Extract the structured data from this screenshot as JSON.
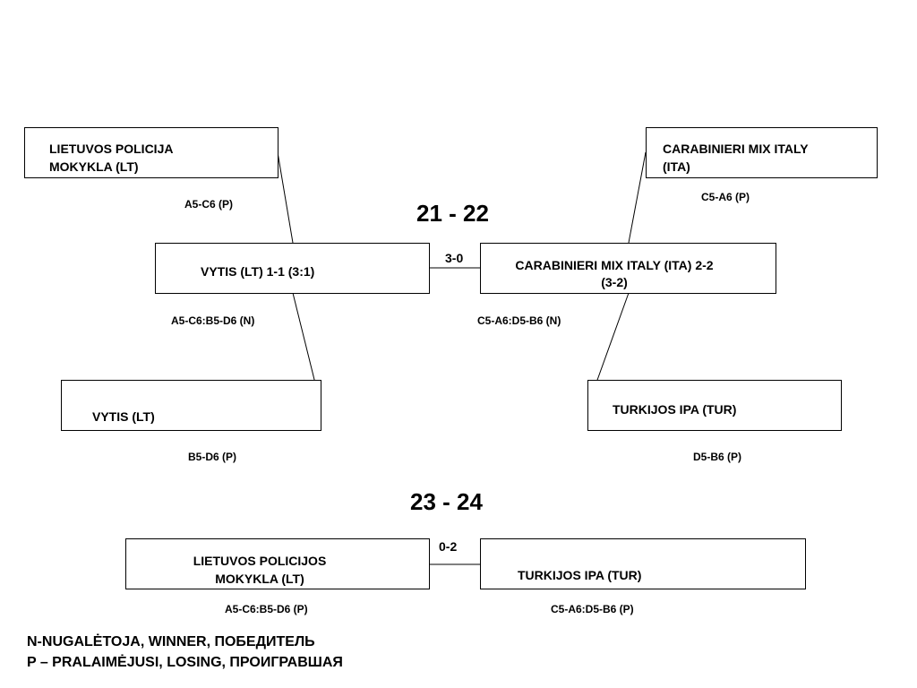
{
  "group1": {
    "title": "21 - 22",
    "top_left": {
      "line1": "LIETUVOS POLICIJA",
      "line2": "MOKYKLA (LT)",
      "code": "A5-C6 (P)"
    },
    "top_right": {
      "line1": "CARABINIERI MIX ITALY",
      "line2": "(ITA)",
      "code": "C5-A6 (P)"
    },
    "mid_left": {
      "label": "VYTIS (LT) 1-1 (3:1)",
      "code": "A5-C6:B5-D6 (N)"
    },
    "mid_right": {
      "line1": "CARABINIERI MIX ITALY (ITA) 2-2",
      "line2": "(3-2)",
      "code": "C5-A6:D5-B6 (N)"
    },
    "mid_score": "3-0",
    "bottom_left": {
      "label": "VYTIS (LT)",
      "code": "B5-D6 (P)"
    },
    "bottom_right": {
      "label": "TURKIJOS IPA (TUR)",
      "code": "D5-B6 (P)"
    }
  },
  "group2": {
    "title": "23 - 24",
    "score": "0-2",
    "left": {
      "line1": "LIETUVOS POLICIJOS",
      "line2": "MOKYKLA (LT)",
      "code": "A5-C6:B5-D6 (P)"
    },
    "right": {
      "label": "TURKIJOS IPA (TUR)",
      "code": "C5-A6:D5-B6 (P)"
    }
  },
  "legend": {
    "line1": "N-NUGALĖTOJA, WINNER, ПОБЕДИТЕЛЬ",
    "line2": "P – PRALAIMĖJUSI, LOSING, ПРОИГРАВШАЯ"
  }
}
